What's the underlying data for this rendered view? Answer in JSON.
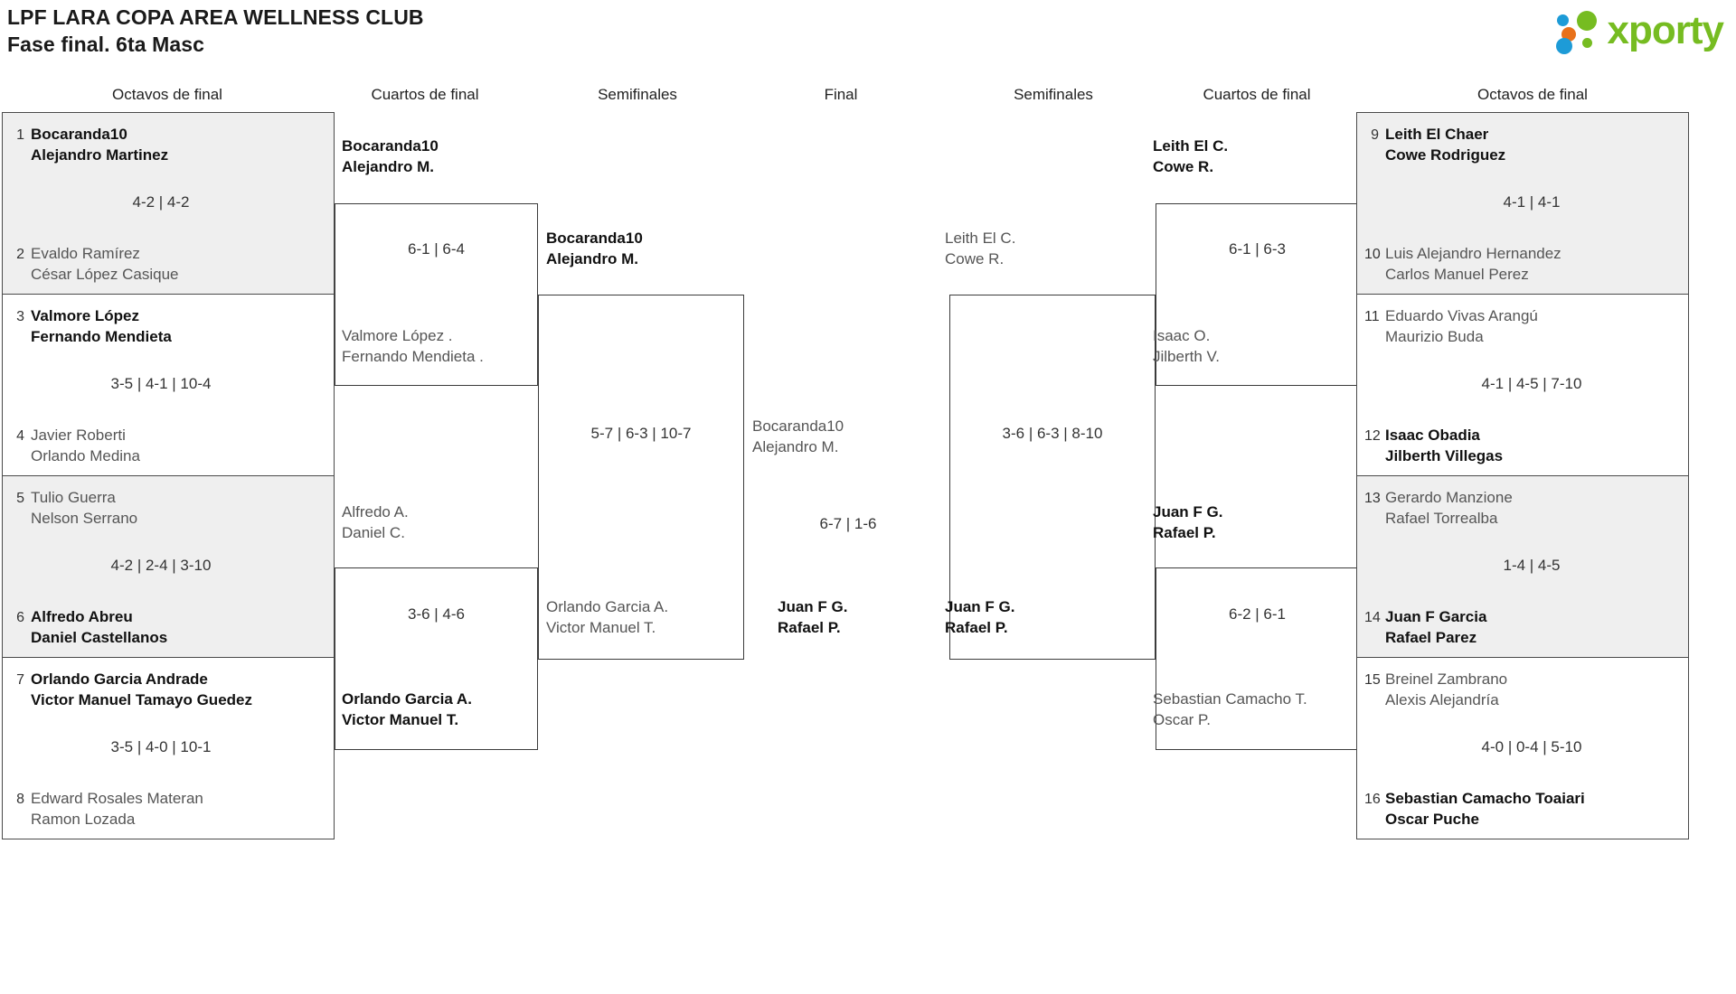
{
  "header": {
    "title_line1": "LPF LARA COPA AREA WELLNESS CLUB",
    "title_line2": "Fase final. 6ta Masc",
    "logo_text": "xporty",
    "logo_colors": [
      "#1d9bd7",
      "#e8711a",
      "#76bc21"
    ]
  },
  "column_headers": {
    "left_r16": "Octavos de final",
    "left_qf": "Cuartos de final",
    "left_sf": "Semifinales",
    "final": "Final",
    "right_sf": "Semifinales",
    "right_qf": "Cuartos de final",
    "right_r16": "Octavos de final"
  },
  "left_r16": [
    {
      "shade": true,
      "top": {
        "seed": "1",
        "p1": "Bocaranda10",
        "p2": "Alejandro Martinez",
        "winner": true
      },
      "bottom": {
        "seed": "2",
        "p1": "Evaldo Ramírez",
        "p2": "César López Casique",
        "winner": false
      },
      "score": "4-2 | 4-2"
    },
    {
      "shade": false,
      "top": {
        "seed": "3",
        "p1": "Valmore López",
        "p2": "Fernando Mendieta",
        "winner": true
      },
      "bottom": {
        "seed": "4",
        "p1": "Javier Roberti",
        "p2": "Orlando Medina",
        "winner": false
      },
      "score": "3-5 | 4-1 | 10-4"
    },
    {
      "shade": true,
      "top": {
        "seed": "5",
        "p1": "Tulio Guerra",
        "p2": "Nelson Serrano",
        "winner": false
      },
      "bottom": {
        "seed": "6",
        "p1": "Alfredo Abreu",
        "p2": "Daniel Castellanos",
        "winner": true
      },
      "score": "4-2 | 2-4 | 3-10"
    },
    {
      "shade": false,
      "top": {
        "seed": "7",
        "p1": "Orlando Garcia Andrade",
        "p2": "Victor Manuel Tamayo Guedez",
        "winner": true
      },
      "bottom": {
        "seed": "8",
        "p1": "Edward Rosales Materan",
        "p2": "Ramon Lozada",
        "winner": false
      },
      "score": "3-5 | 4-0 | 10-1"
    }
  ],
  "right_r16": [
    {
      "shade": true,
      "top": {
        "seed": "9",
        "p1": "Leith El Chaer",
        "p2": "Cowe Rodriguez",
        "winner": true
      },
      "bottom": {
        "seed": "10",
        "p1": "Luis Alejandro Hernandez",
        "p2": "Carlos Manuel Perez",
        "winner": false
      },
      "score": "4-1 | 4-1"
    },
    {
      "shade": false,
      "top": {
        "seed": "11",
        "p1": "Eduardo Vivas Arangú",
        "p2": "Maurizio Buda",
        "winner": false
      },
      "bottom": {
        "seed": "12",
        "p1": "Isaac Obadia",
        "p2": "Jilberth Villegas",
        "winner": true
      },
      "score": "4-1 | 4-5 | 7-10"
    },
    {
      "shade": true,
      "top": {
        "seed": "13",
        "p1": "Gerardo Manzione",
        "p2": "Rafael Torrealba",
        "winner": false
      },
      "bottom": {
        "seed": "14",
        "p1": "Juan F Garcia",
        "p2": "Rafael Parez",
        "winner": true
      },
      "score": "1-4 | 4-5"
    },
    {
      "shade": false,
      "top": {
        "seed": "15",
        "p1": "Breinel Zambrano",
        "p2": "Alexis Alejandría",
        "winner": false
      },
      "bottom": {
        "seed": "16",
        "p1": "Sebastian Camacho Toaiari",
        "p2": "Oscar Puche",
        "winner": true
      },
      "score": "4-0 | 0-4 | 5-10"
    }
  ],
  "left_qf": [
    {
      "top": {
        "p1": "Bocaranda10",
        "p2": "Alejandro M.",
        "winner": true
      },
      "bottom": {
        "p1": "Valmore López .",
        "p2": "Fernando Mendieta .",
        "winner": false
      },
      "score": "6-1 | 6-4"
    },
    {
      "top": {
        "p1": "Alfredo A.",
        "p2": "Daniel C.",
        "winner": false
      },
      "bottom": {
        "p1": "Orlando Garcia A.",
        "p2": "Victor Manuel T.",
        "winner": true
      },
      "score": "3-6 | 4-6"
    }
  ],
  "right_qf": [
    {
      "top": {
        "p1": "Leith El C.",
        "p2": "Cowe R.",
        "winner": true
      },
      "bottom": {
        "p1": "Isaac O.",
        "p2": "Jilberth V.",
        "winner": false
      },
      "score": "6-1 | 6-3"
    },
    {
      "top": {
        "p1": "Juan F G.",
        "p2": "Rafael P.",
        "winner": true
      },
      "bottom": {
        "p1": "Sebastian Camacho T.",
        "p2": "Oscar P.",
        "winner": false
      },
      "score": "6-2 | 6-1"
    }
  ],
  "left_sf": {
    "top": {
      "p1": "Bocaranda10",
      "p2": "Alejandro M.",
      "winner": true
    },
    "bottom": {
      "p1": "Orlando Garcia A.",
      "p2": "Victor Manuel T.",
      "winner": false
    },
    "score": "5-7 | 6-3 | 10-7"
  },
  "right_sf": {
    "top": {
      "p1": "Leith El C.",
      "p2": "Cowe R.",
      "winner": false
    },
    "bottom": {
      "p1": "Juan F G.",
      "p2": "Rafael P.",
      "winner": true
    },
    "score": "3-6 | 6-3 | 8-10"
  },
  "final": {
    "left_entry": {
      "p1": "Bocaranda10",
      "p2": "Alejandro M.",
      "winner": false
    },
    "right_entry": {
      "p1": "Juan F G.",
      "p2": "Rafael P.",
      "winner": true
    },
    "score": "6-7 | 1-6"
  }
}
